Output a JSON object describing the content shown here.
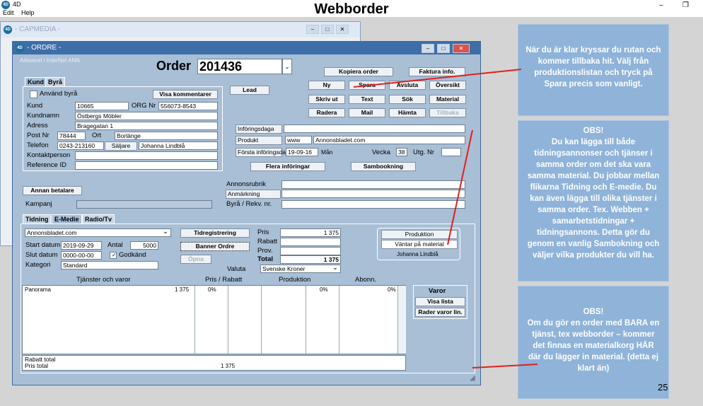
{
  "app": {
    "icon": "4D",
    "name": "4D"
  },
  "menu": {
    "edit": "Edit",
    "help": "Help"
  },
  "slide": {
    "title": "Webborder",
    "page_number": "25"
  },
  "capmedia_window": {
    "title": "- CAPMEDIA -"
  },
  "ordre_window": {
    "title": "- ORDRE -",
    "archive_note": "Arkiveret i InterNet ANN",
    "order_label": "Order",
    "order_number": "201436",
    "buttons": {
      "kopiera_order": "Kopiera order",
      "faktura_info": "Faktura info.",
      "ny": "Ny",
      "spara": "Spara",
      "avsluta": "Avsluta",
      "oversikt": "Översikt",
      "skriv_ut": "Skriv ut",
      "text": "Text",
      "sok": "Sök",
      "material": "Material",
      "radera": "Radera",
      "mail": "Mail",
      "hamta": "Hämta",
      "tillbaka": "Tillbaka",
      "lead": "Lead",
      "visa_kommentarer": "Visa kommentarer",
      "saljare": "Säljare",
      "annan_betalare": "Annan betalare",
      "flera_inforingar": "Flera införingar",
      "sambookning": "Sambookning",
      "tidregistrering": "Tidregistrering",
      "banner_ordre": "Banner Ordre",
      "opna": "Öpna",
      "produktion": "Produktion",
      "vantar_pa_material": "Väntar på material",
      "varor": "Varor",
      "visa_lista": "Visa lista",
      "rader_varor_lin": "Rader varor lin."
    },
    "tabs_top": [
      "Kund",
      "Byrå"
    ],
    "customer": {
      "anvand_byra": "Använd byrå",
      "kund_label": "Kund",
      "kund": "10665",
      "org_label": "ORG Nr",
      "org": "556073-8543",
      "kundnamn_label": "Kundnamn",
      "kundnamn": "Östbergs Möbler",
      "adress_label": "Adress",
      "adress": "Bragegatan 1",
      "postnr_label": "Post Nr",
      "postnr": "78444",
      "ort_label": "Ort",
      "ort": "Borlänge",
      "telefon_label": "Telefon",
      "telefon": "0243-213160",
      "saljare_name": "Johanna Lindblå",
      "kontaktperson_label": "Kontaktperson",
      "reference_label": "Reference ID",
      "kampanj_label": "Kampanj"
    },
    "ad": {
      "inforingsdag_label": "Införingsdaga",
      "produkt_label": "Produkt",
      "produkt_code": "www",
      "produkt": "Annonsbladet.com",
      "forsta_label": "Första införingsdag",
      "forsta": "19-09-16",
      "dag": "Mån",
      "vecka_label": "Vecka",
      "vecka": "38",
      "utg_label": "Utg. Nr",
      "annonsrubrik_label": "Annonsrubrik",
      "anmarkning_label": "Anmärkning",
      "byra_rekv_label": "Byrå / Rekv. nr."
    },
    "tabs_bottom": [
      "Tidning",
      "E-Medie",
      "Radio/Tv"
    ],
    "emedie": {
      "product_select": "Annonsbladet.com",
      "start_label": "Start datum",
      "start": "2019-09-29",
      "antal_label": "Antal",
      "antal": "5000",
      "slut_label": "Slut datum",
      "slut": "0000-00-00",
      "godkand_label": "Godkänd",
      "kategori_label": "Kategori",
      "kategori": "Standard",
      "pris_label": "Pris",
      "pris": "1 375",
      "rabatt_label": "Rabatt",
      "prov_label": "Prov.",
      "total_label": "Total",
      "total": "1 375",
      "valuta_label": "Valuta",
      "valuta": "Svenske Kroner",
      "produktion_person": "Johanna Lindblå"
    },
    "table": {
      "headers": [
        "Tjänster och varor",
        "Pris / Rabatt",
        "Produktion",
        "Abonn."
      ],
      "rows": [
        {
          "name": "Panorama",
          "pris": "1 375",
          "rabatt": "0%",
          "produktion": "0%",
          "abonn": "0%"
        }
      ],
      "rabatt_total_label": "Rabatt total",
      "pris_total_label": "Pris total",
      "pris_total": "1 375"
    }
  },
  "callouts": {
    "c1": "När du är klar kryssar du rutan och kommer tillbaka hit. Välj från produktionslistan och tryck på Spara precis som vanligt.",
    "c2_title": "OBS!",
    "c2": "Du kan lägga till både tidningsannonser och tjänser i samma order om det ska vara samma material. Du jobbar mellan flikarna Tidning och E-medie. Du kan även lägga till olika tjänster i samma order. Tex. Webben + samarbetstidningar + tidningsannons. Detta gör du genom en vanlig Sambokning och väljer vilka produkter du vill ha.",
    "c3_title": "OBS!",
    "c3": "Om du gör en order med BARA en tjänst, tex webborder – kommer det finnas en materialkorg HÄR där du lägger in material. (detta ej klart än)"
  },
  "colors": {
    "accent": "#3d6ea8",
    "callout": "#8fb3d9",
    "arrow": "#e0201c"
  }
}
